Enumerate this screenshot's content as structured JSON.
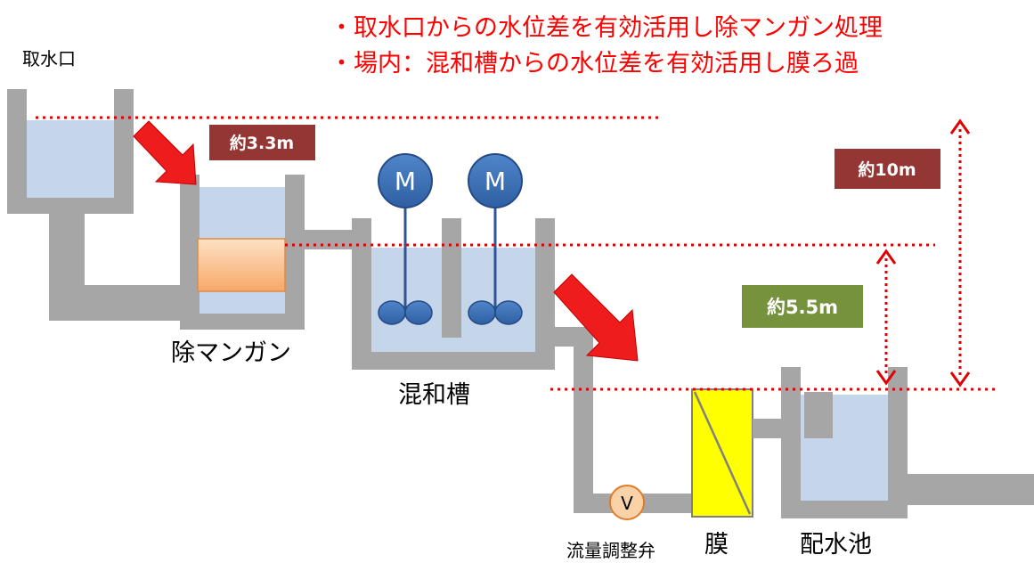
{
  "notes": [
    "・取水口からの水位差を有効活用し除マンガン処理",
    "・場内：混和槽からの水位差を有効活用し膜ろ過"
  ],
  "labels": {
    "intake": "取水口",
    "mn_removal": "除マンガン",
    "mixing_tank": "混和槽",
    "flow_valve": "流量調整弁",
    "membrane": "膜",
    "distribution_reservoir": "配水池"
  },
  "motor_label": "M",
  "valve_label": "V",
  "height_badges": {
    "h33": "約3.3m",
    "h55": "約5.5m",
    "h10": "約10m"
  },
  "colors": {
    "note_text": "#ff0000",
    "tank_wall": "#a6a6a6",
    "water": "#c5d6ea",
    "filter": "#f9c89b",
    "motor": "#3d6fb4",
    "membrane": "#ffff00",
    "valve": "#fad2a8",
    "arrow": "#ee1c1c",
    "badge_dark_red": "#943634",
    "badge_green": "#76923c",
    "level_line": "#e00000"
  }
}
